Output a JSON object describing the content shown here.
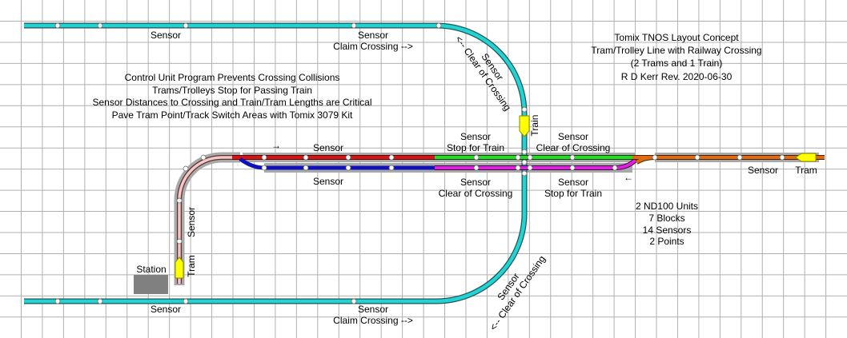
{
  "title_block": {
    "line1": "Tomix TNOS Layout Concept",
    "line2": "Tram/Trolley Line with Railway Crossing",
    "line3": "(2 Trams and 1 Train)",
    "line4": "R D Kerr  Rev. 2020-06-30"
  },
  "notes": {
    "line1": "Control Unit Program Prevents Crossing Collisions",
    "line2": "Trams/Trolleys Stop for Passing Train",
    "line3": "Sensor Distances to Crossing and Train/Tram Lengths are Critical",
    "line4": "Pave Tram Point/Track Switch Areas with Tomix 3079 Kit"
  },
  "summary": {
    "line1": "2 ND100 Units",
    "line2": "7 Blocks",
    "line3": "14 Sensors",
    "line4": "2 Points"
  },
  "labels": {
    "sensor": "Sensor",
    "claim_crossing": "Claim Crossing -->",
    "clear_of_crossing_rev": "<-- Clear of Crossing",
    "stop_for_train": "Stop for Train",
    "clear_of_crossing": "Clear of Crossing",
    "train": "Train",
    "tram": "Tram",
    "station": "Station",
    "arrow_right": "→",
    "arrow_left": "←"
  },
  "colors": {
    "rail_line": "#22d3d3",
    "red_block": "#dd1111",
    "blue_block": "#1111bb",
    "green_block": "#22dd22",
    "magenta_block": "#dd22dd",
    "orange_block": "#e06a10",
    "tram_track": "#f5c6c6",
    "bed": "#a9a9a9",
    "vehicle": "#ffff00"
  }
}
